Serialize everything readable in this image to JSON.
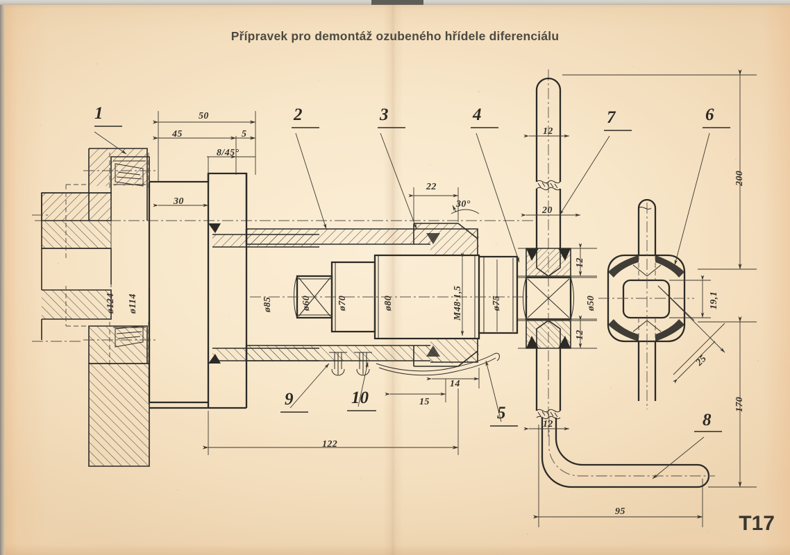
{
  "document": {
    "title": "Přípravek pro demontáž ozubeného hřídele diferenciálu",
    "sheet_code": "T17",
    "kind": "engineering-assembly-drawing",
    "paper_color": "#f7e4c8",
    "ink_color": "#2b2a26"
  },
  "part_callouts": [
    {
      "id": "1",
      "label": "1"
    },
    {
      "id": "2",
      "label": "2"
    },
    {
      "id": "3",
      "label": "3"
    },
    {
      "id": "4",
      "label": "4"
    },
    {
      "id": "5",
      "label": "5"
    },
    {
      "id": "6",
      "label": "6"
    },
    {
      "id": "7",
      "label": "7"
    },
    {
      "id": "8",
      "label": "8"
    },
    {
      "id": "9",
      "label": "9"
    },
    {
      "id": "10",
      "label": "10"
    }
  ],
  "dimensions": {
    "linear_top_left": [
      {
        "key": "d50",
        "value": "50"
      },
      {
        "key": "d45",
        "value": "45"
      },
      {
        "key": "d5",
        "value": "5"
      },
      {
        "key": "chamfer",
        "value": "8/45°"
      },
      {
        "key": "d30",
        "value": "30"
      }
    ],
    "diameters_left": [
      {
        "key": "dia124",
        "value": "ø124"
      },
      {
        "key": "dia114",
        "value": "ø114"
      }
    ],
    "diameters_center": [
      {
        "key": "dia85",
        "value": "ø85"
      },
      {
        "key": "dia60",
        "value": "ø60"
      },
      {
        "key": "dia70",
        "value": "ø70"
      },
      {
        "key": "dia80",
        "value": "ø80"
      },
      {
        "key": "thread",
        "value": "M48·1,5"
      },
      {
        "key": "dia75",
        "value": "ø75"
      }
    ],
    "center_right": [
      {
        "key": "d22",
        "value": "22"
      },
      {
        "key": "angle30",
        "value": "30°"
      },
      {
        "key": "d14",
        "value": "14"
      },
      {
        "key": "d15",
        "value": "15"
      },
      {
        "key": "d122",
        "value": "122"
      }
    ],
    "rod_column": [
      {
        "key": "rod12_top",
        "value": "12"
      },
      {
        "key": "rod20",
        "value": "20"
      },
      {
        "key": "hub12_upper",
        "value": "12"
      },
      {
        "key": "dia50",
        "value": "ø50"
      },
      {
        "key": "hub12_lower",
        "value": "12"
      },
      {
        "key": "rod12_bottom",
        "value": "12"
      }
    ],
    "wrench": [
      {
        "key": "across_flats",
        "value": "19,1"
      },
      {
        "key": "d25",
        "value": "25"
      }
    ],
    "overall_right": [
      {
        "key": "h200",
        "value": "200"
      },
      {
        "key": "h170",
        "value": "170"
      }
    ],
    "handle": [
      {
        "key": "len95",
        "value": "95"
      }
    ]
  }
}
